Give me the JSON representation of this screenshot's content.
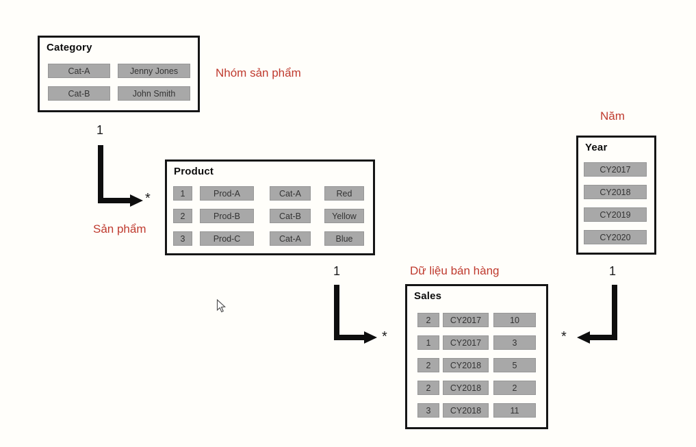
{
  "tables": {
    "category": {
      "title": "Category",
      "rows": [
        [
          "Cat-A",
          "Jenny Jones"
        ],
        [
          "Cat-B",
          "John Smith"
        ]
      ]
    },
    "product": {
      "title": "Product",
      "rows": [
        [
          "1",
          "Prod-A",
          "Cat-A",
          "Red"
        ],
        [
          "2",
          "Prod-B",
          "Cat-B",
          "Yellow"
        ],
        [
          "3",
          "Prod-C",
          "Cat-A",
          "Blue"
        ]
      ]
    },
    "year": {
      "title": "Year",
      "rows": [
        [
          "CY2017"
        ],
        [
          "CY2018"
        ],
        [
          "CY2019"
        ],
        [
          "CY2020"
        ]
      ]
    },
    "sales": {
      "title": "Sales",
      "rows": [
        [
          "2",
          "CY2017",
          "10"
        ],
        [
          "1",
          "CY2017",
          "3"
        ],
        [
          "2",
          "CY2018",
          "5"
        ],
        [
          "2",
          "CY2018",
          "2"
        ],
        [
          "3",
          "CY2018",
          "11"
        ]
      ]
    }
  },
  "annotations": {
    "category": "Nhóm sản phẩm",
    "product": "Sản phẩm",
    "year": "Năm",
    "sales": "Dữ liệu bán hàng"
  },
  "relationships": {
    "category_product": {
      "one": "1",
      "many": "*"
    },
    "product_sales": {
      "one": "1",
      "many": "*"
    },
    "year_sales": {
      "one": "1",
      "many": "*"
    }
  },
  "icons": {
    "cursor": "arrow-pointer"
  },
  "colors": {
    "annotation_red": "#bf3a2e",
    "cell_gray": "#a8a8a8",
    "box_border": "#151515",
    "background": "#fffefa"
  }
}
